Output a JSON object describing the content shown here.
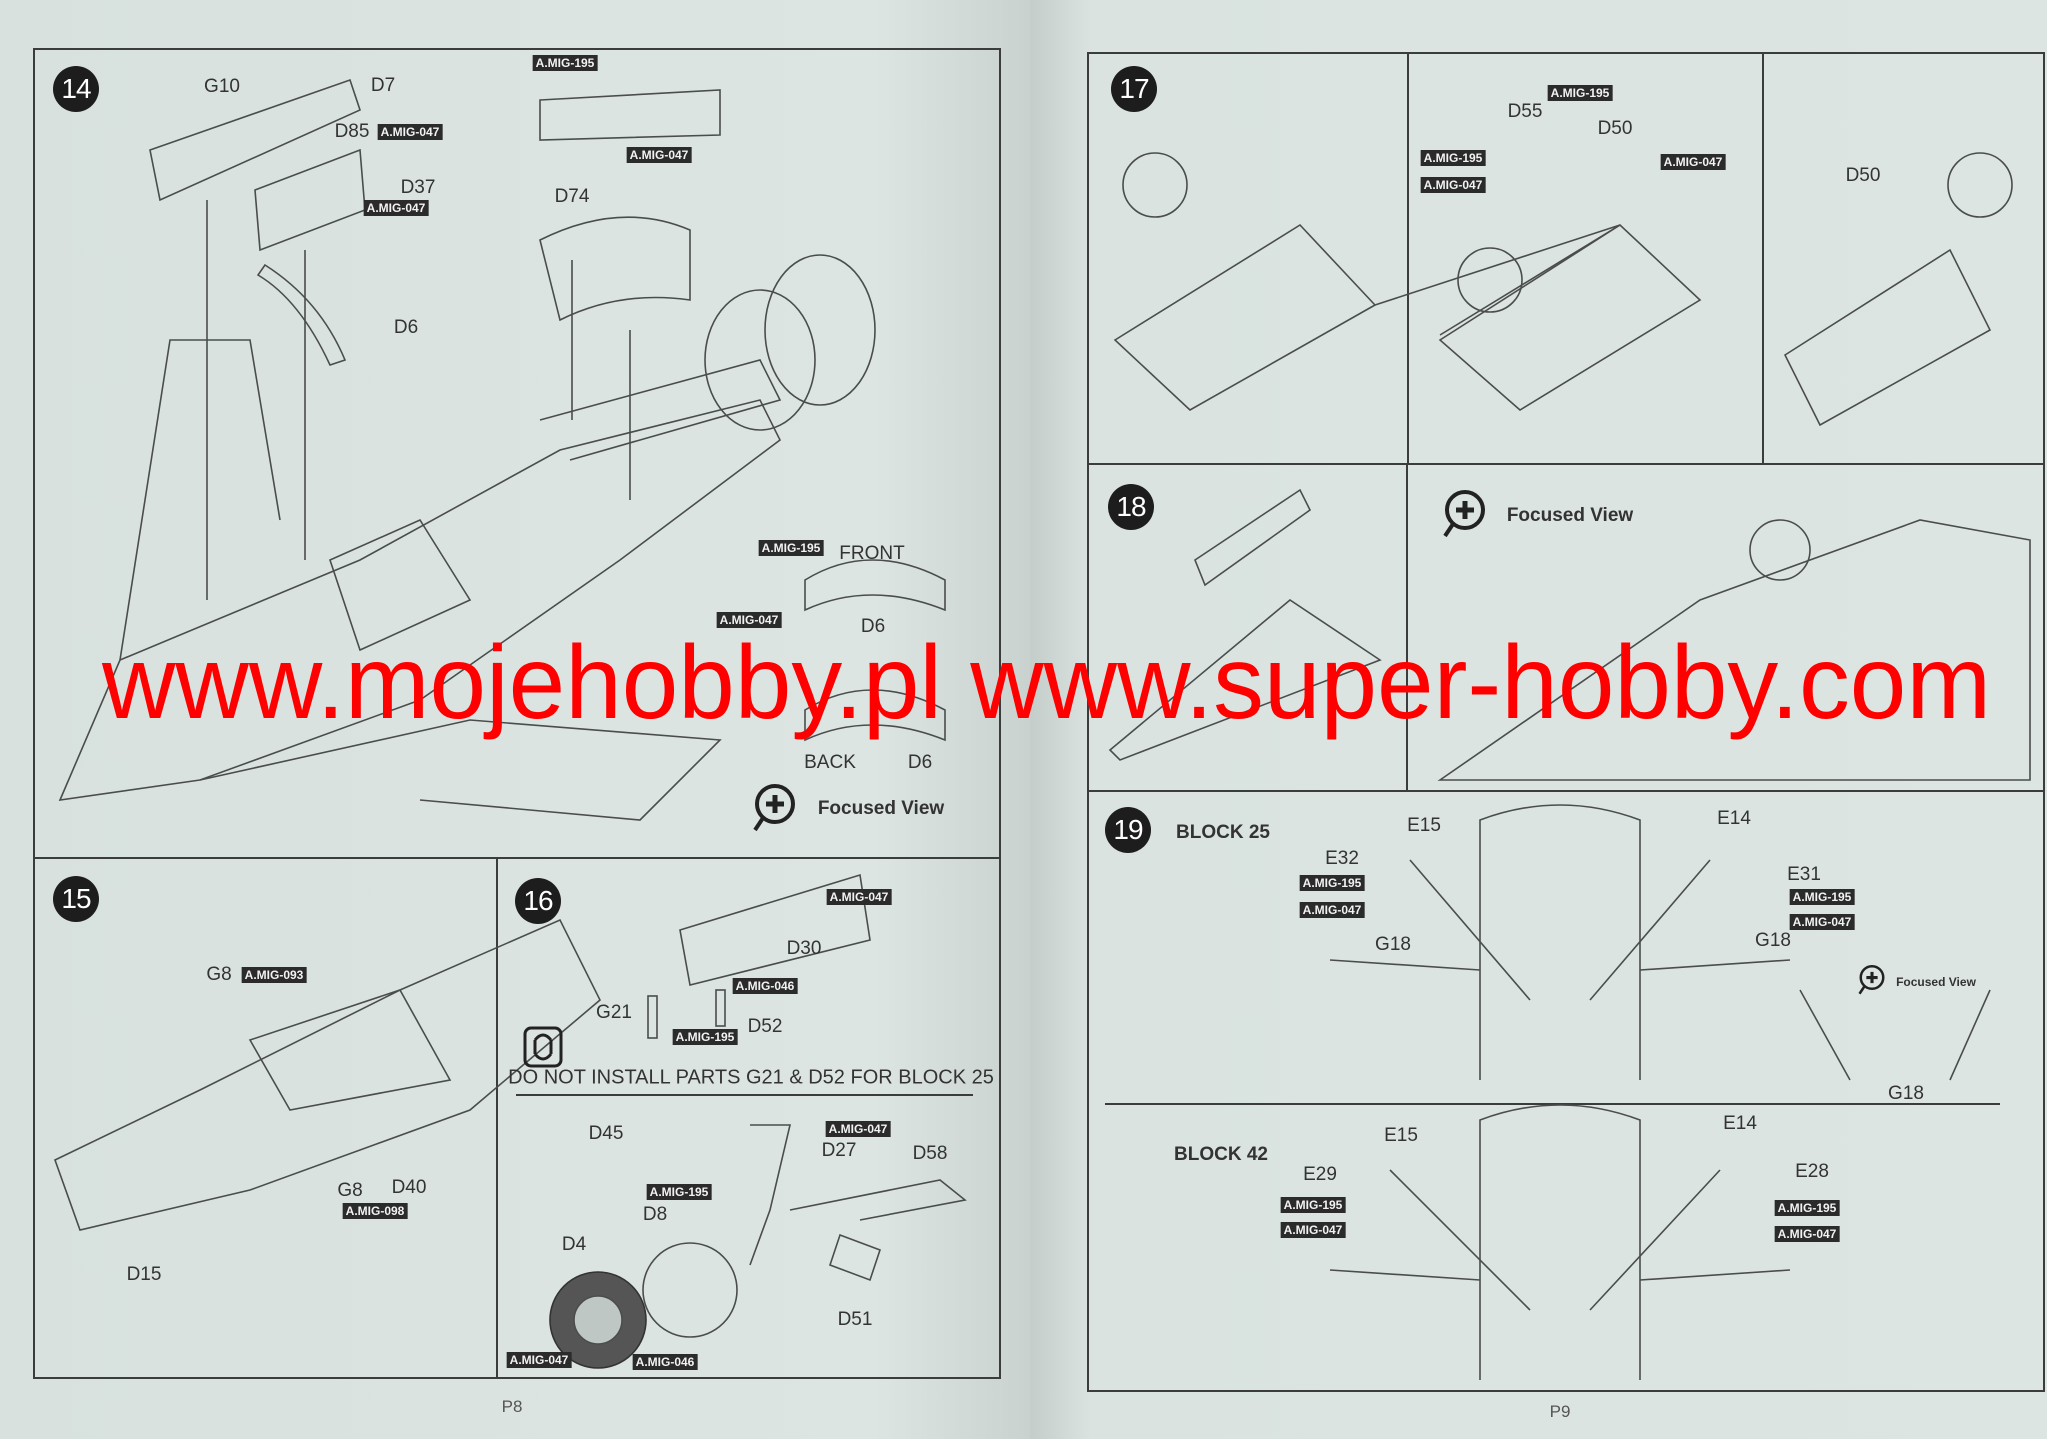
{
  "left_page": {
    "page_number": "P8",
    "step14": {
      "number": "14",
      "labels": {
        "g10": "G10",
        "d7": "D7",
        "d85": "D85",
        "d37": "D37",
        "d74": "D74",
        "d6": "D6",
        "front": "FRONT",
        "d6_front": "D6",
        "back": "BACK",
        "d6_back": "D6"
      },
      "tags": {
        "d85_paint": "A.MIG-047",
        "d37_paint": "A.MIG-047",
        "top_195": "A.MIG-195",
        "top_047": "A.MIG-047",
        "front_195": "A.MIG-195",
        "front_047": "A.MIG-047"
      },
      "focused_view": "Focused View"
    },
    "step15": {
      "number": "15",
      "labels": {
        "g8_top": "G8",
        "g8_bottom": "G8",
        "d40": "D40",
        "d15": "D15"
      },
      "tags": {
        "g8_paint": "A.MIG-093",
        "g8_bottom_paint": "A.MIG-098"
      }
    },
    "step16": {
      "number": "16",
      "labels": {
        "d30": "D30",
        "g21": "G21",
        "d52": "D52",
        "d45": "D45",
        "d27": "D27",
        "d58": "D58",
        "d8": "D8",
        "d4": "D4",
        "d51": "D51"
      },
      "tags": {
        "d30_047": "A.MIG-047",
        "d52_046": "A.MIG-046",
        "d52_195": "A.MIG-195",
        "d27_047": "A.MIG-047",
        "strut_195": "A.MIG-195",
        "d4_047": "A.MIG-047",
        "d4_046": "A.MIG-046"
      },
      "note": "DO NOT INSTALL PARTS G21 & D52 FOR BLOCK 25"
    }
  },
  "right_page": {
    "page_number": "P9",
    "step17": {
      "number": "17",
      "labels": {
        "d55": "D55",
        "d50": "D50",
        "d50_right": "D50"
      },
      "tags": {
        "top_195": "A.MIG-195",
        "d55_195": "A.MIG-195",
        "d50_047": "A.MIG-047",
        "d55_047": "A.MIG-047"
      }
    },
    "step18": {
      "number": "18",
      "focused_view": "Focused View"
    },
    "step19": {
      "number": "19",
      "block25": {
        "title": "BLOCK 25",
        "labels": {
          "e15": "E15",
          "e14": "E14",
          "e32": "E32",
          "e31": "E31",
          "g18_left": "G18",
          "g18_right": "G18",
          "g18_focus": "G18"
        },
        "tags": {
          "left_195": "A.MIG-195",
          "left_047": "A.MIG-047",
          "right_195": "A.MIG-195",
          "right_047": "A.MIG-047"
        },
        "focused_view": "Focused View"
      },
      "block42": {
        "title": "BLOCK 42",
        "labels": {
          "e15": "E15",
          "e14": "E14",
          "e29": "E29",
          "e28": "E28"
        },
        "tags": {
          "left_195": "A.MIG-195",
          "left_047": "A.MIG-047",
          "right_195": "A.MIG-195",
          "right_047": "A.MIG-047"
        }
      }
    }
  },
  "watermark": "www.mojehobby.pl www.super-hobby.com",
  "colors": {
    "watermark": "#ff0000",
    "paper": "#dde5e2",
    "ink": "#2a2d2c"
  }
}
